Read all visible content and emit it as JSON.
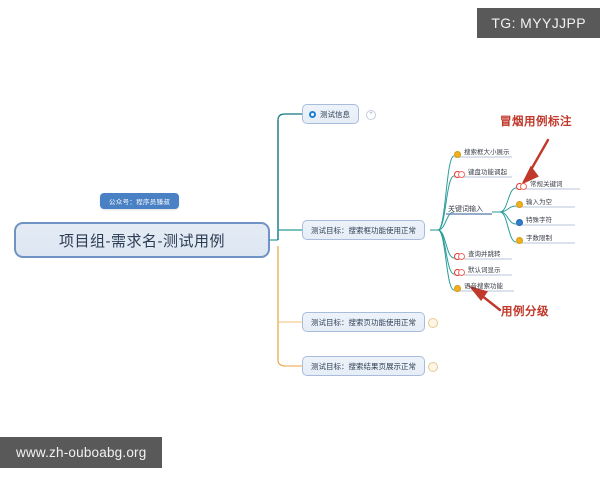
{
  "overlays": {
    "tg_banner": "TG: MYYJJPP",
    "watermark": "www.zh-ouboabg.org",
    "wechat_badge": "公众号：程序员臻叔"
  },
  "annotations": {
    "smoke": "冒烟用例标注",
    "grade": "用例分级"
  },
  "mindmap": {
    "root": "项目组-需求名-测试用例",
    "branches": [
      {
        "label": "测试信息",
        "icon": "ring-blue-icon",
        "collapse": "+"
      },
      {
        "label": "测试目标：搜索框功能使用正常"
      },
      {
        "label": "测试目标：搜索页功能使用正常"
      },
      {
        "label": "测试目标：搜索结果页展示正常"
      }
    ],
    "leaves_top": [
      {
        "label": "搜索框大小展示",
        "icon": "yellow-dot-icon"
      },
      {
        "label": "键盘功能调起",
        "icon": "p0-double-circle-icon"
      }
    ],
    "keyword_group": {
      "label": "关键词输入",
      "items": [
        {
          "label": "常规关键词",
          "icon": "p0-double-circle-icon"
        },
        {
          "label": "输入为空",
          "icon": "yellow-dot-icon"
        },
        {
          "label": "特殊字符",
          "icon": "blue-dot-icon"
        },
        {
          "label": "字数限制",
          "icon": "yellow-dot-icon"
        }
      ]
    },
    "leaves_bottom": [
      {
        "label": "查询并跳转",
        "icon": "p0-double-circle-icon"
      },
      {
        "label": "默认词显示",
        "icon": "p0-double-circle-icon"
      },
      {
        "label": "语音搜索功能",
        "icon": "yellow-dot-icon"
      }
    ]
  },
  "colors": {
    "connector_teal": "#2a9d9a",
    "connector_orange": "#e8a33d",
    "node_border": "#a8bddb",
    "root_border": "#6f93c4",
    "annotation_red": "#c0392b",
    "banner_gray": "#595959",
    "badge_blue": "#4a81c4"
  }
}
